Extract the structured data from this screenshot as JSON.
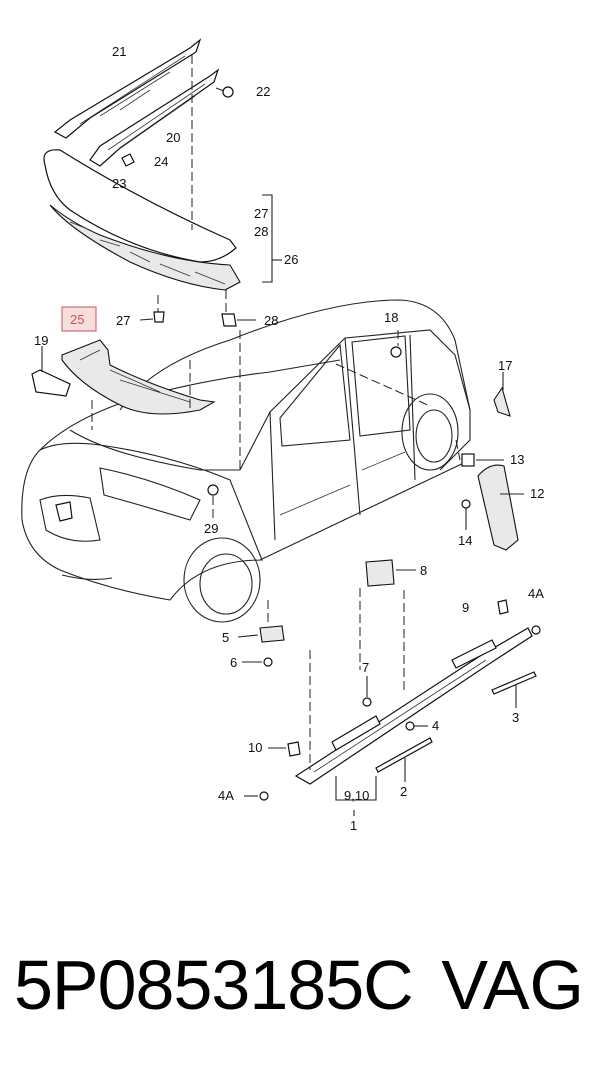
{
  "diagram": {
    "highlighted_callout": "25",
    "callouts": {
      "c21": "21",
      "c22": "22",
      "c20": "20",
      "c24": "24",
      "c23": "23",
      "c27a": "27",
      "c28a": "28",
      "c26": "26",
      "c25": "25",
      "c27b": "27",
      "c28b": "28",
      "c18": "18",
      "c19": "19",
      "c17": "17",
      "c13": "13",
      "c12": "12",
      "c14": "14",
      "c29": "29",
      "c8": "8",
      "c9": "9",
      "c4a1": "4A",
      "c5": "5",
      "c6": "6",
      "c7": "7",
      "c3": "3",
      "c4": "4",
      "c10": "10",
      "c2": "2",
      "c4a2": "4A",
      "c910": "9,10",
      "c1": "1"
    }
  },
  "footer": {
    "part_number": "5P0853185C",
    "brand": "VAG"
  }
}
